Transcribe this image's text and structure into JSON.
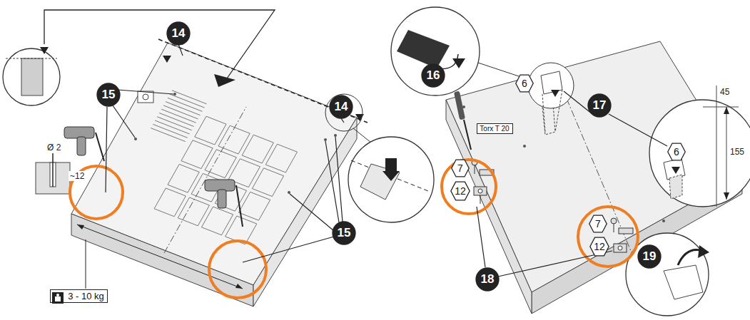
{
  "diagram": {
    "nodes": [
      {
        "text": [
          "14"
        ]
      },
      {
        "text": [
          "15"
        ]
      },
      {
        "text": [
          "14"
        ]
      },
      {
        "text": [
          "15"
        ]
      },
      {
        "text": [
          "3 - 10 kg"
        ]
      },
      {
        "text": [
          "16"
        ]
      },
      {
        "text": [
          "6"
        ]
      },
      {
        "text": [
          "17"
        ]
      },
      {
        "text": [
          "Torx T 20"
        ]
      },
      {
        "text": [
          "6"
        ]
      },
      {
        "text": [
          "7"
        ]
      },
      {
        "text": [
          "12"
        ]
      },
      {
        "text": [
          "7"
        ]
      },
      {
        "text": [
          "12"
        ]
      },
      {
        "text": [
          "19"
        ]
      },
      {
        "text": [
          "18"
        ]
      }
    ],
    "labels": [
      "Ø 2",
      "~12",
      "45",
      "155"
    ]
  }
}
